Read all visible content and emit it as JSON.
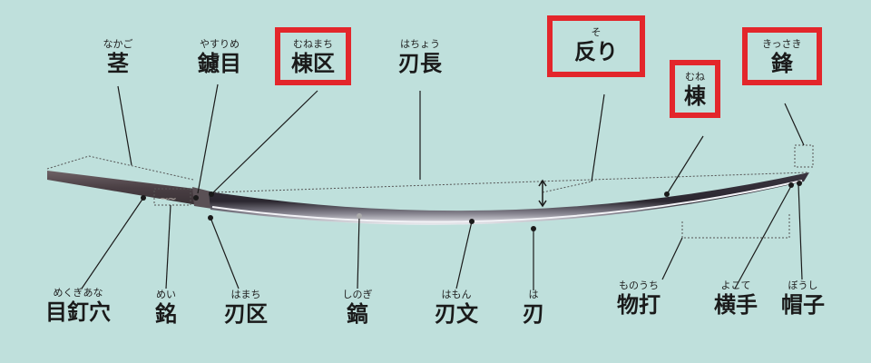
{
  "colors": {
    "background": "#bfe0dc",
    "highlight_box": "#e3262b",
    "leader_line": "#1a1a1a",
    "dotted_guide": "#555555",
    "blade_dark": "#2b2730",
    "blade_edge": "#e9e9ee"
  },
  "labels": {
    "nakago": {
      "ruby": "なかご",
      "word": "茎"
    },
    "yasurime": {
      "ruby": "やすりめ",
      "word": "鑢目"
    },
    "munemachi": {
      "ruby": "むねまち",
      "word": "棟区"
    },
    "hachou": {
      "ruby": "はちょう",
      "word": "刃長"
    },
    "sori": {
      "ruby": "そ",
      "word": "反り"
    },
    "mune": {
      "ruby": "むね",
      "word": "棟"
    },
    "kissaki": {
      "ruby": "きっさき",
      "word": "鋒"
    },
    "mekugiana": {
      "ruby": "めくぎあな",
      "word": "目釘穴"
    },
    "mei": {
      "ruby": "めい",
      "word": "銘"
    },
    "hamachi": {
      "ruby": "はまち",
      "word": "刃区"
    },
    "shinogi": {
      "ruby": "しのぎ",
      "word": "鎬"
    },
    "hamon": {
      "ruby": "はもん",
      "word": "刃文"
    },
    "ha": {
      "ruby": "は",
      "word": "刃"
    },
    "monouchi": {
      "ruby": "ものうち",
      "word": "物打"
    },
    "yokote": {
      "ruby": "よこて",
      "word": "横手"
    },
    "boushi": {
      "ruby": "ぼうし",
      "word": "帽子"
    }
  },
  "highlighted_terms": [
    "棟区",
    "反り",
    "棟",
    "鋒"
  ]
}
